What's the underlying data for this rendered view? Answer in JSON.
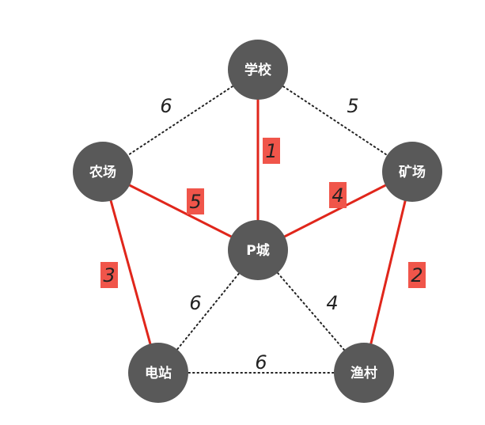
{
  "colors": {
    "node_fill": "#595959",
    "node_text": "#ffffff",
    "highlight_edge": "#e0261b",
    "highlight_label_bg": "#f0554a",
    "plain_edge": "#222222",
    "background": "#ffffff"
  },
  "nodes": [
    {
      "id": "school",
      "label": "学校"
    },
    {
      "id": "farm",
      "label": "农场"
    },
    {
      "id": "mine",
      "label": "矿场"
    },
    {
      "id": "pcity",
      "label": "P城"
    },
    {
      "id": "station",
      "label": "电站"
    },
    {
      "id": "village",
      "label": "渔村"
    }
  ],
  "edges": [
    {
      "id": "school-farm",
      "from": "school",
      "to": "farm",
      "weight": "6",
      "highlighted": false
    },
    {
      "id": "school-mine",
      "from": "school",
      "to": "mine",
      "weight": "5",
      "highlighted": false
    },
    {
      "id": "school-pcity",
      "from": "school",
      "to": "pcity",
      "weight": "1",
      "highlighted": true
    },
    {
      "id": "farm-pcity",
      "from": "farm",
      "to": "pcity",
      "weight": "5",
      "highlighted": true
    },
    {
      "id": "mine-pcity",
      "from": "mine",
      "to": "pcity",
      "weight": "4",
      "highlighted": true
    },
    {
      "id": "farm-station",
      "from": "farm",
      "to": "station",
      "weight": "3",
      "highlighted": true
    },
    {
      "id": "mine-village",
      "from": "mine",
      "to": "village",
      "weight": "2",
      "highlighted": true
    },
    {
      "id": "pcity-station",
      "from": "pcity",
      "to": "station",
      "weight": "6",
      "highlighted": false
    },
    {
      "id": "pcity-village",
      "from": "pcity",
      "to": "village",
      "weight": "4",
      "highlighted": false
    },
    {
      "id": "station-village",
      "from": "station",
      "to": "village",
      "weight": "6",
      "highlighted": false
    }
  ]
}
